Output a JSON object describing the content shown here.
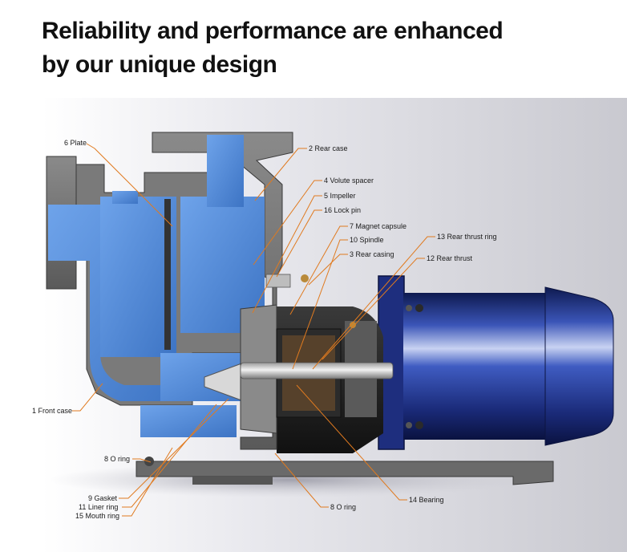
{
  "heading": {
    "line1": "Reliability and performance are enhanced",
    "line2": "by our unique design"
  },
  "colors": {
    "leader": "#e07a1f",
    "casing": "#6e6e6e",
    "fluid": "#4a86d8",
    "motor": "#1b2f7a"
  },
  "labels": [
    {
      "id": "plate",
      "text": "6 Plate"
    },
    {
      "id": "rear-case",
      "text": "2 Rear case"
    },
    {
      "id": "volute-spacer",
      "text": "4 Volute spacer"
    },
    {
      "id": "impeller",
      "text": "5 Impeller"
    },
    {
      "id": "lock-pin",
      "text": "16 Lock pin"
    },
    {
      "id": "magnet-capsule",
      "text": "7 Magnet capsule"
    },
    {
      "id": "spindle",
      "text": "10 Spindle"
    },
    {
      "id": "rear-casing",
      "text": "3 Rear casing"
    },
    {
      "id": "rear-thrust-ring",
      "text": "13 Rear thrust ring"
    },
    {
      "id": "rear-thrust",
      "text": "12 Rear thrust"
    },
    {
      "id": "front-case",
      "text": "1 Front case"
    },
    {
      "id": "o-ring-left",
      "text": "8 O ring"
    },
    {
      "id": "gasket",
      "text": "9 Gasket"
    },
    {
      "id": "liner-ring",
      "text": "11 Liner ring"
    },
    {
      "id": "mouth-ring",
      "text": "15 Mouth ring"
    },
    {
      "id": "o-ring-bottom",
      "text": "8 O ring"
    },
    {
      "id": "bearing",
      "text": "14 Bearing"
    }
  ]
}
